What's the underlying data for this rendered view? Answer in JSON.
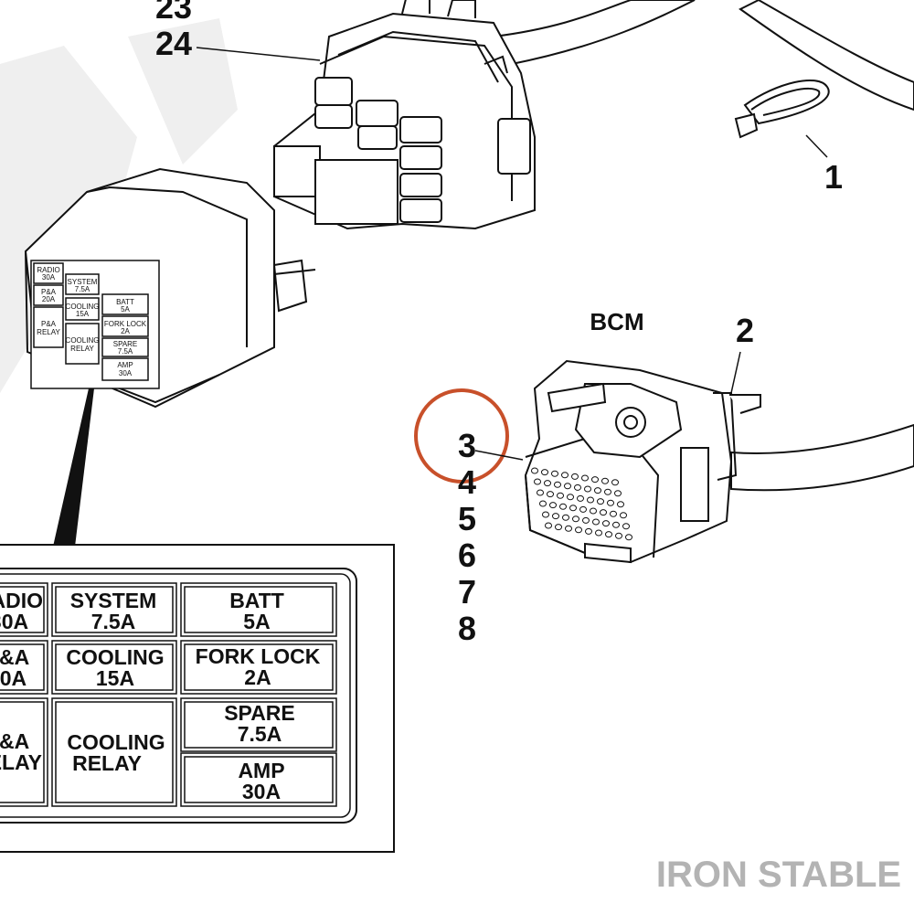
{
  "watermark": "IRON STABLE",
  "bcm_label": "BCM",
  "callouts": {
    "c1": "1",
    "c2": "2",
    "c3": "3",
    "c4": "4",
    "c5": "5",
    "c6": "6",
    "c7": "7",
    "c8": "8",
    "c23": "23",
    "c24": "24"
  },
  "highlight_color": "#c8502a",
  "fuse_panel_zoom": {
    "radio": [
      "RADIO",
      "30A"
    ],
    "system": [
      "SYSTEM",
      "7.5A"
    ],
    "batt": [
      "BATT",
      "5A"
    ],
    "pa": [
      "P&A",
      "20A"
    ],
    "cooling": [
      "COOLING",
      "15A"
    ],
    "fork_lock": [
      "FORK LOCK",
      "2A"
    ],
    "pa_relay": [
      "P&A",
      "RELAY"
    ],
    "cooling_relay": [
      "COOLING",
      "RELAY"
    ],
    "spare": [
      "SPARE",
      "7.5A"
    ],
    "amp": [
      "AMP",
      "30A"
    ]
  }
}
